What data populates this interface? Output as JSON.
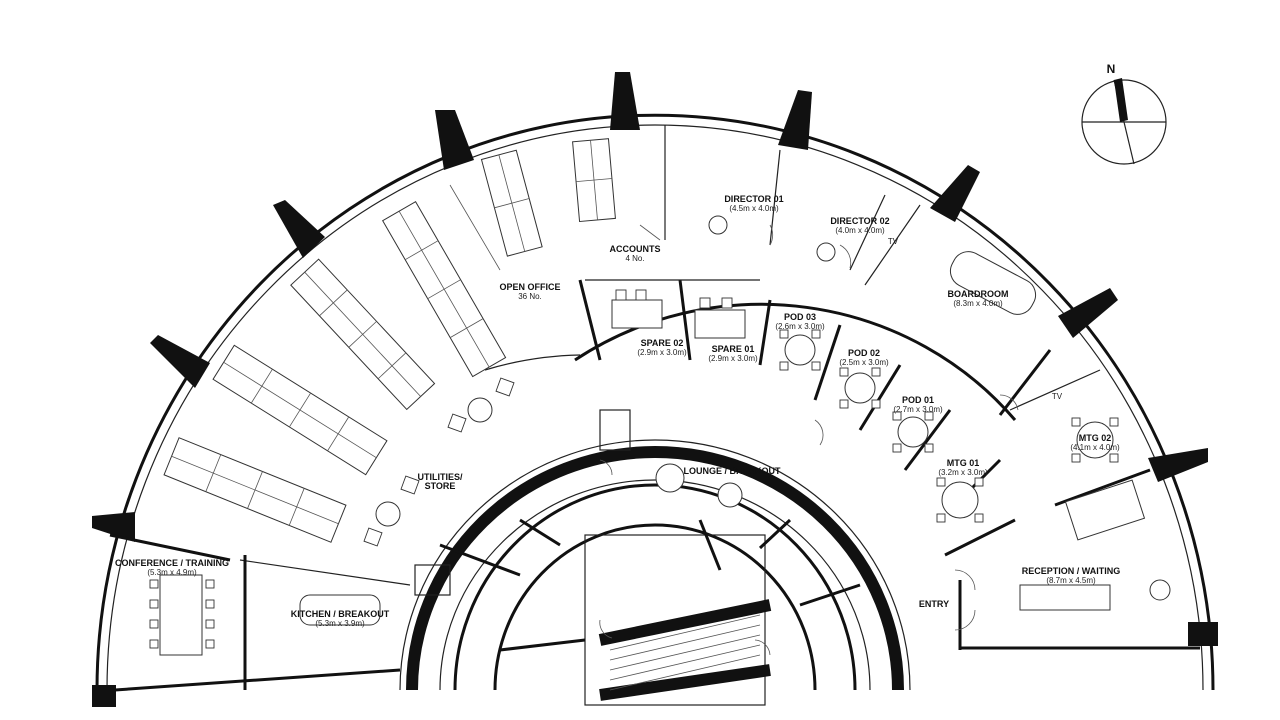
{
  "compass": {
    "north_label": "N"
  },
  "rooms": {
    "open_office": {
      "name": "OPEN OFFICE",
      "detail": "36 No."
    },
    "accounts": {
      "name": "ACCOUNTS",
      "detail": "4 No."
    },
    "director_01": {
      "name": "DIRECTOR 01",
      "detail": "(4.5m x 4.0m)"
    },
    "director_02": {
      "name": "DIRECTOR 02",
      "detail": "(4.0m x 4.0m)"
    },
    "boardroom": {
      "name": "BOARDROOM",
      "detail": "(8.3m x 4.0m)"
    },
    "spare_02": {
      "name": "SPARE 02",
      "detail": "(2.9m x 3.0m)"
    },
    "spare_01": {
      "name": "SPARE 01",
      "detail": "(2.9m x 3.0m)"
    },
    "pod_03": {
      "name": "POD 03",
      "detail": "(2.6m x 3.0m)"
    },
    "pod_02": {
      "name": "POD 02",
      "detail": "(2.5m x 3.0m)"
    },
    "pod_01": {
      "name": "POD 01",
      "detail": "(2.7m x 3.0m)"
    },
    "mtg_01": {
      "name": "MTG 01",
      "detail": "(3.2m x 3.0m)"
    },
    "mtg_02": {
      "name": "MTG 02",
      "detail": "(4.1m x 4.0m)"
    },
    "utilities": {
      "name": "UTILITIES/",
      "detail": "STORE"
    },
    "lounge": {
      "name": "LOUNGE / BREAKOUT"
    },
    "conference": {
      "name": "CONFERENCE / TRAINING",
      "detail": "(5.3m x 4.9m)"
    },
    "kitchen": {
      "name": "KITCHEN / BREAKOUT",
      "detail": "(5.3m x 3.9m)"
    },
    "reception": {
      "name": "RECEPTION / WAITING",
      "detail": "(8.7m x 4.5m)"
    },
    "entry": {
      "name": "ENTRY"
    }
  },
  "tv_labels": {
    "director_tv": "TV",
    "mtg02_tv": "TV"
  }
}
